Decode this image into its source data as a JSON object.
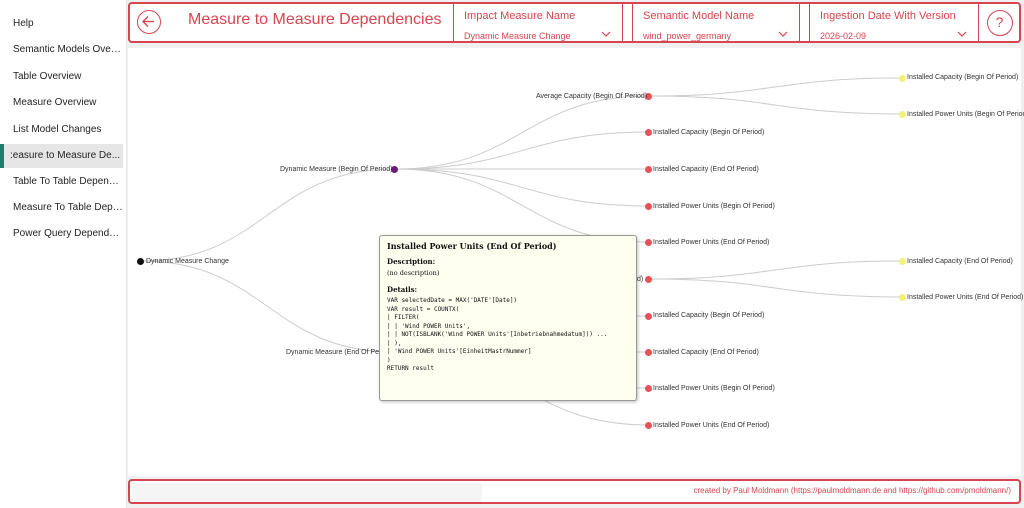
{
  "sidebar": {
    "items": [
      {
        "label": "Help"
      },
      {
        "label": "Semantic Models Overv..."
      },
      {
        "label": "Table Overview"
      },
      {
        "label": "Measure Overview"
      },
      {
        "label": "List Model Changes"
      },
      {
        "label": ":easure to Measure De..."
      },
      {
        "label": "Table To Table Depende..."
      },
      {
        "label": "Measure To Table Depe..."
      },
      {
        "label": "Power Query Dependen..."
      }
    ]
  },
  "header": {
    "title": "Measure to Measure Dependencies",
    "slicers": [
      {
        "label": "Impact Measure Name",
        "value": "Dynamic Measure Change"
      },
      {
        "label": "Semantic Model Name",
        "value": "wind_power_germany"
      },
      {
        "label": "Ingestion Date With Version",
        "value": "2026-02-09"
      }
    ]
  },
  "colors": {
    "accent": "#d64550",
    "root": "#111111",
    "purple": "#6a1b7a",
    "red_node": "#e8505b",
    "leaf": "#f5f07a"
  },
  "graph": {
    "nodes": [
      {
        "label": "Dynamic Measure Change"
      },
      {
        "label": "Dynamic Measure (Begin Of Period)"
      },
      {
        "label": "Dynamic Measure (End Of Period)"
      },
      {
        "label": "Average Capacity (Begin Of Period)"
      },
      {
        "label": "Installed Capacity (Begin Of Period)"
      },
      {
        "label": "Installed Capacity (End Of Period)"
      },
      {
        "label": "Installed Power Units (Begin Of Period)"
      },
      {
        "label": "Installed Power Units (End Of Period)"
      },
      {
        "label": "Installed Capacity (Begin Of Period)"
      },
      {
        "label": "Installed Power Units (Begin Of Period)"
      },
      {
        "label": "d)"
      },
      {
        "label": "Installed Capacity (Begin Of Period)"
      },
      {
        "label": "Installed Capacity (End Of Period)"
      },
      {
        "label": "Installed Power Units (Begin Of Period)"
      },
      {
        "label": "Installed Power Units (End Of Period)"
      },
      {
        "label": "Installed Capacity (End Of Period)"
      },
      {
        "label": "Installed Power Units (End Of Period)"
      }
    ]
  },
  "tooltip": {
    "title": "Installed Power Units (End Of Period)",
    "description_label": "Description:",
    "description": "(no description)",
    "details_label": "Details:",
    "code": "VAR selectedDate = MAX('DATE'[Date])\nVAR result = COUNTX(\n| FILTER(\n| | 'Wind POWER Units',\n| | NOT(ISBLANK('Wind POWER Units'[Inbetriebnahmedatum])) ...\n| ),\n| 'Wind POWER Units'[EinheitMastrNummer]\n)\nRETURN result"
  },
  "footer": {
    "text": "created by Paul Moldmann (https://paulmoldmann.de and https://github.com/pmoldmann/)"
  }
}
